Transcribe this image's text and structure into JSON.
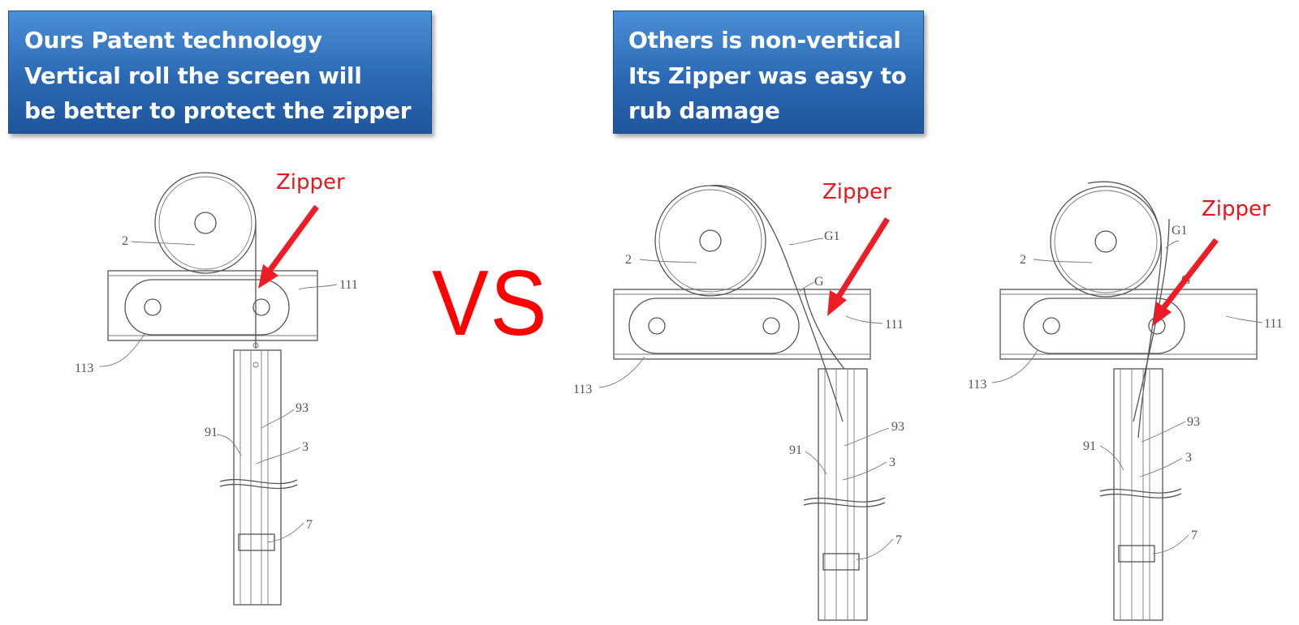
{
  "left_box": {
    "line1": "Ours Patent technology",
    "line2": "Vertical roll the screen will",
    "line3": "be better to protect the zipper"
  },
  "right_box": {
    "line1": "Others is non-vertical",
    "line2": "Its Zipper was easy to",
    "line3": "rub damage"
  },
  "vs_label": "VS",
  "zipper_label": "Zipper",
  "part_numbers": {
    "roller": "2",
    "frame": "111",
    "slot": "113",
    "rail": "91",
    "side": "93",
    "screen": "3",
    "bar": "7",
    "gap": "G",
    "gap1": "G1"
  },
  "colors": {
    "box_blue": "#2b69b4",
    "red": "#ee1c24"
  }
}
